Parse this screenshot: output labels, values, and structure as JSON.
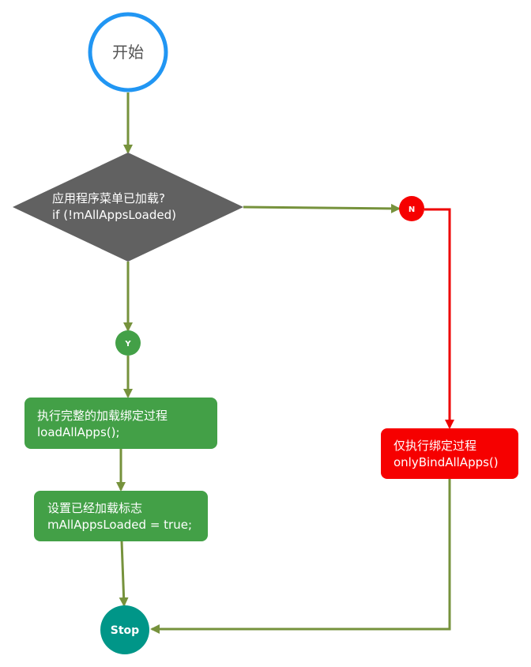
{
  "flowchart": {
    "start": {
      "label": "开始"
    },
    "decision": {
      "line1": "应用程序菜单已加载?",
      "line2": "if (!mAllAppsLoaded)"
    },
    "branch_no": {
      "label": "N"
    },
    "branch_yes": {
      "label": "Y"
    },
    "full_load": {
      "line1": "执行完整的加载绑定过程",
      "line2": "loadAllApps();"
    },
    "set_flag": {
      "line1": "设置已经加载标志",
      "line2": "mAllAppsLoaded = true;"
    },
    "bind_only": {
      "line1": "仅执行绑定过程",
      "line2": "onlyBindAllApps()"
    },
    "stop": {
      "label": "Stop"
    }
  },
  "colors": {
    "start_border": "#2196f3",
    "start_text": "#555555",
    "decision_fill": "#616161",
    "green_fill": "#43a047",
    "badge_green": "#43a047",
    "red_fill": "#f60000",
    "stop_fill": "#009688",
    "arrow_green": "#76923c",
    "arrow_red": "#ee0000"
  }
}
